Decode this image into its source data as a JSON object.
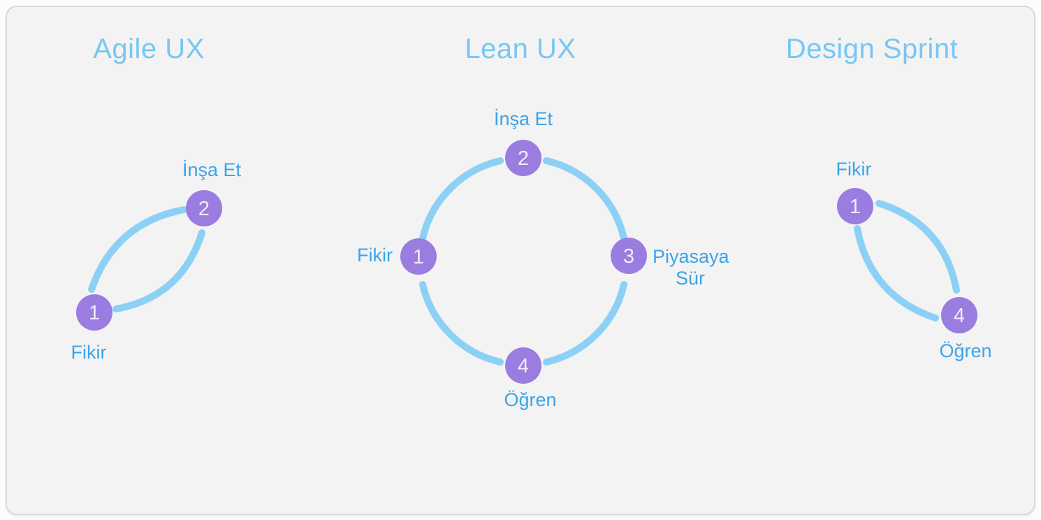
{
  "theme": {
    "page_bg": "#fcfcfd",
    "card_bg": "#f3f3f4",
    "card_border": "#d9d9db",
    "title_color": "#79c6f2",
    "label_color": "#3ba4e8",
    "arc_color": "#8dd0f5",
    "node_fill": "#9b7ce0",
    "node_number_color": "#f0ecfb"
  },
  "panels": [
    {
      "title": "Agile UX",
      "nodes": [
        {
          "number": "1",
          "label": "Fikir"
        },
        {
          "number": "2",
          "label": "İnşa Et"
        }
      ]
    },
    {
      "title": "Lean UX",
      "nodes": [
        {
          "number": "1",
          "label": "Fikir"
        },
        {
          "number": "2",
          "label": "İnşa Et"
        },
        {
          "number": "3",
          "label": "Piyasaya Sür"
        },
        {
          "number": "4",
          "label": "Öğren"
        }
      ]
    },
    {
      "title": "Design Sprint",
      "nodes": [
        {
          "number": "1",
          "label": "Fikir"
        },
        {
          "number": "4",
          "label": "Öğren"
        }
      ]
    }
  ]
}
